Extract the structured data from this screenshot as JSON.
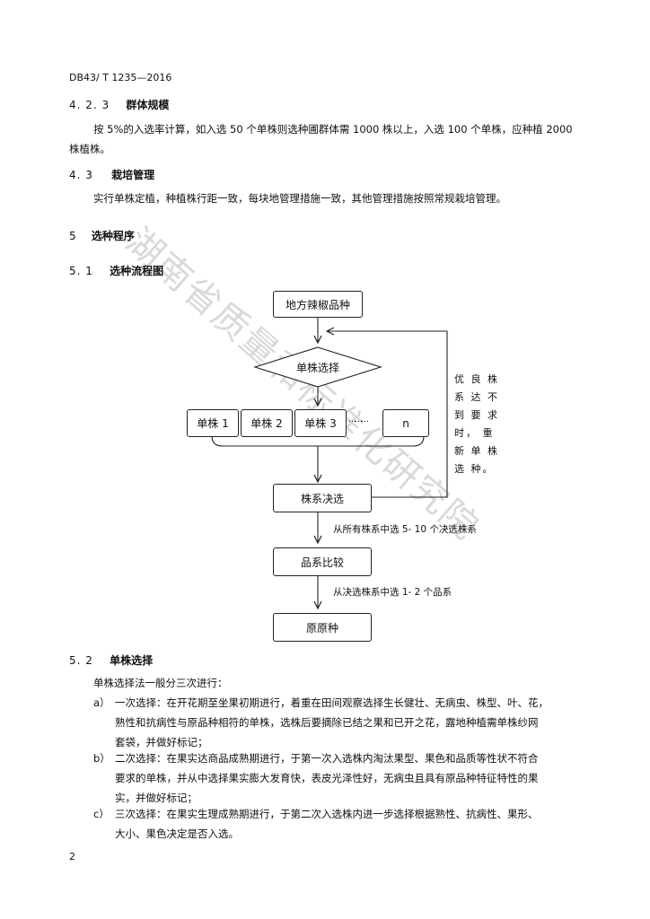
{
  "header": {
    "doc_code": "DB43/ T 1235—2016"
  },
  "sections": {
    "s423": {
      "number": "4. 2. 3",
      "title": "群体规模",
      "body": "按 5%的入选率计算，如入选 50 个单株则选种圃群体需 1000 株以上，入选 100 个单株，应种植 2000",
      "body_cont": "株植株。"
    },
    "s43": {
      "number": "4. 3",
      "title": "栽培管理",
      "body": "实行单株定植，种植株行距一致，每块地管理措施一致，其他管理措施按照常规栽培管理。"
    },
    "s5": {
      "number": "5",
      "title": "选种程序"
    },
    "s51": {
      "number": "5. 1",
      "title": "选种流程图"
    },
    "s52": {
      "number": "5. 2",
      "title": "单株选择",
      "intro": "单株选择法一般分三次进行：",
      "items": [
        {
          "marker": "a）",
          "lines": [
            "一次选择：在开花期至坐果初期进行，着重在田间观察选择生长健壮、无病虫、株型、叶、花，",
            "熟性和抗病性与原品种相符的单株，选株后要摘除已结之果和已开之花，露地种植需单株纱网",
            "套袋，并做好标记；"
          ]
        },
        {
          "marker": "b）",
          "lines": [
            "二次选择：在果实达商品成熟期进行，于第一次入选株内淘汰果型、果色和品质等性状不符合",
            "要求的单株，并从中选择果实膨大发育快，表皮光泽性好，无病虫且具有原品种特征特性的果",
            "实，并做好标记；"
          ]
        },
        {
          "marker": "c）",
          "lines": [
            "三次选择：在果实生理成熟期进行，于第二次入选株内进一步选择根据熟性、抗病性、果形、",
            "大小、果色决定是否入选。"
          ]
        }
      ]
    }
  },
  "flowchart": {
    "start": "地方辣椒品种",
    "decision": "单株选择",
    "plants": [
      "单株 1",
      "单株 2",
      "单株 3",
      "………",
      "n"
    ],
    "line_select": "株系决选",
    "line_select_note": "从所有株系中选 5- 10 个决选株系",
    "compare": "品系比较",
    "compare_note": "从决选株系中选 1- 2 个品系",
    "final": "原原种",
    "feedback_note": [
      "优 良 株",
      "系 达 不",
      "到 要 求",
      "时， 重",
      "新 单 株",
      "选 种。"
    ]
  },
  "watermark": "湖南省质量和标准化研究院",
  "footer": {
    "page_number": "2"
  }
}
